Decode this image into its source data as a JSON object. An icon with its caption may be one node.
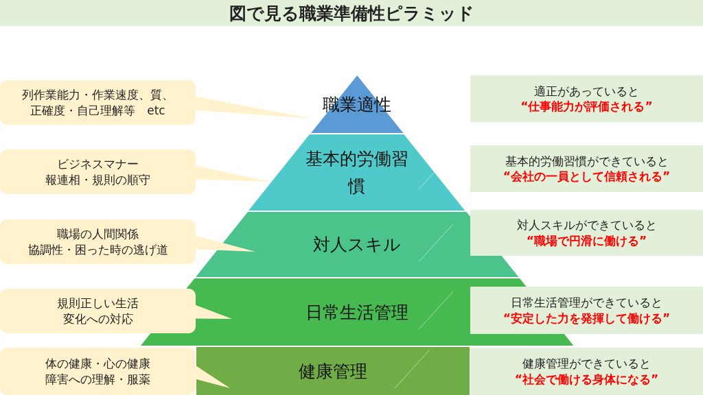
{
  "diagram": {
    "title": "図で見る職業準備性ピラミッド",
    "nodes": [
      {
        "text": [
          "職業適性"
        ]
      },
      {
        "text": [
          "基本的労働習慣"
        ]
      },
      {
        "text": [
          "対人スキル"
        ]
      },
      {
        "text": [
          "日常生活管理"
        ]
      },
      {
        "text": [
          "健康管理"
        ]
      },
      {
        "text": [
          "列作業能力・作業速度、質、正確度・自己理解等　etc"
        ]
      },
      {
        "text": [
          "ビジネスマナー報連相・規則の順守"
        ]
      },
      {
        "text": [
          "職場の人間関係協調性・困った時の逃げ道"
        ]
      },
      {
        "text": [
          "規則正しい生活変化への対応"
        ]
      },
      {
        "text": [
          "体の健康・心の健康障害への理解・服薬"
        ]
      },
      {
        "text": [
          "適正があっていると",
          "“仕事能力が評価される”"
        ]
      },
      {
        "text": [
          "基本的労働習慣ができていると",
          "“会社の一員として信頼される”"
        ]
      },
      {
        "text": [
          "対人スキルができていると",
          "“職場で円滑に働ける”"
        ]
      },
      {
        "text": [
          "日常生活管理ができていると",
          "“安定した力を発揮して働ける”"
        ]
      },
      {
        "text": [
          "健康管理ができていると",
          "“社会で働ける身体になる”"
        ]
      }
    ],
    "edges": [
      {
        "from": 5,
        "to": 0,
        "arrow": "none"
      },
      {
        "from": 6,
        "to": 1,
        "arrow": "none"
      },
      {
        "from": 7,
        "to": 2,
        "arrow": "none"
      },
      {
        "from": 8,
        "to": 3,
        "arrow": "none"
      },
      {
        "from": 9,
        "to": 4,
        "arrow": "none"
      }
    ]
  }
}
